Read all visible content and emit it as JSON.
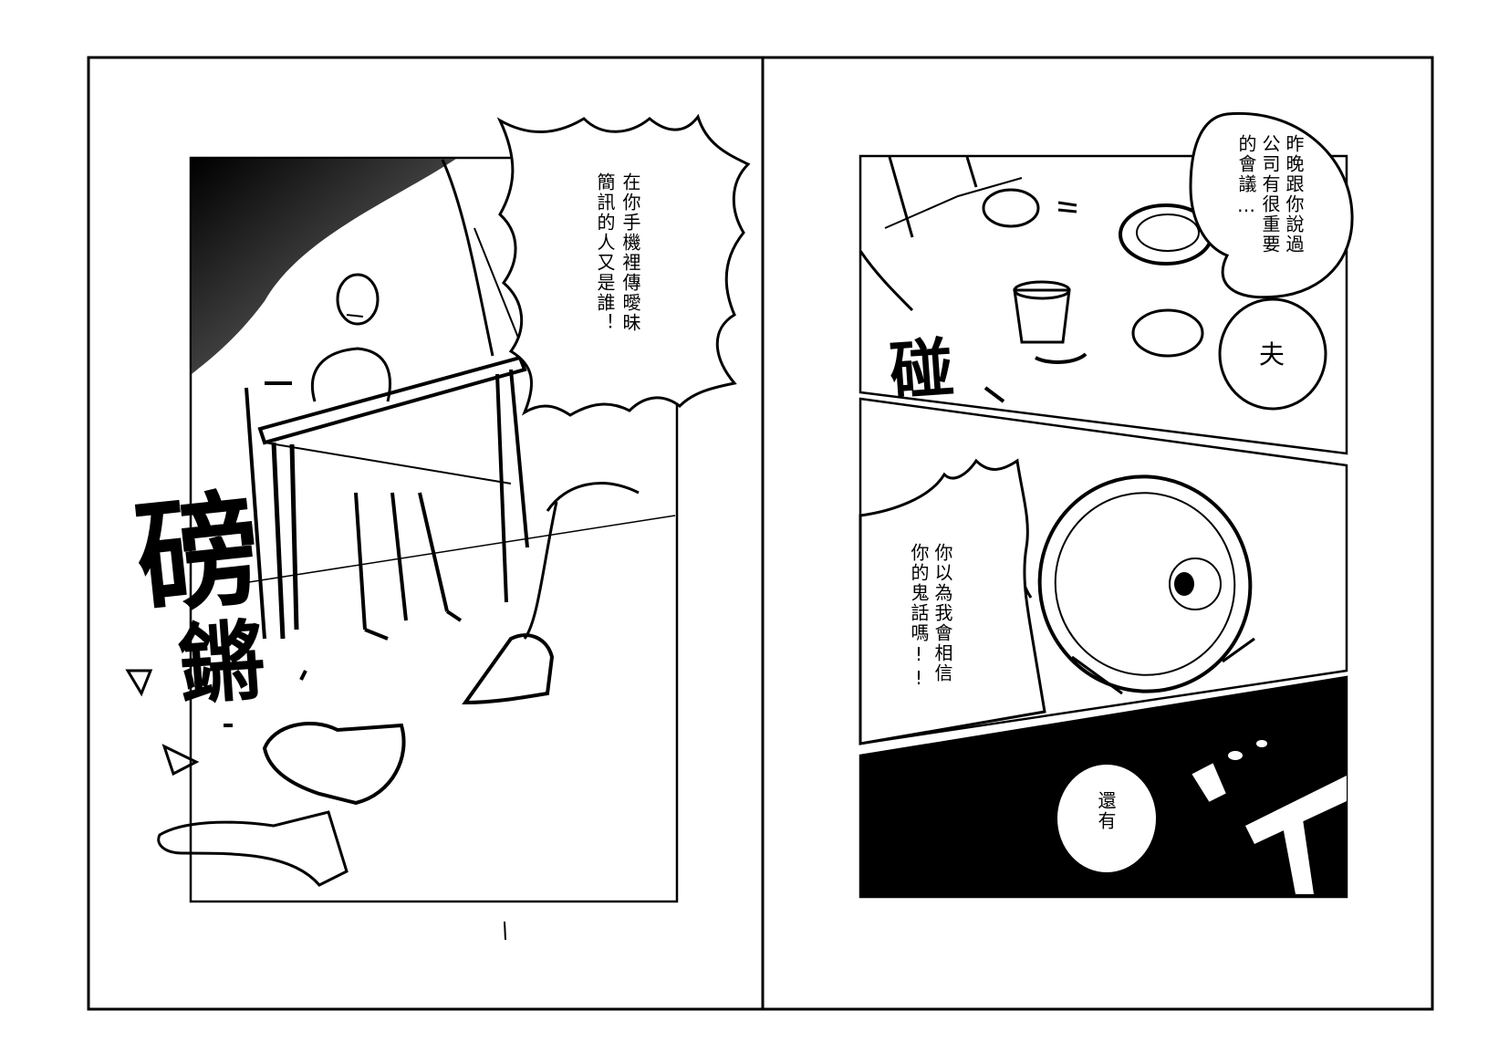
{
  "left_page": {
    "speech_bubble": [
      "在你手機裡傳曖昧",
      "簡訊的人又是誰！"
    ],
    "sfx_crash": "磅",
    "sfx_clang": "鏘"
  },
  "right_page": {
    "speech_bubble_top": [
      "昨晚跟你說過",
      "公司有很重要",
      "的會議…"
    ],
    "sfx_bang": "碰",
    "bubble_small": "夫",
    "speech_bubble_middle": [
      "你以為我會相信",
      "你的鬼話嗎!!"
    ],
    "speech_bubble_bottom": "還有"
  }
}
